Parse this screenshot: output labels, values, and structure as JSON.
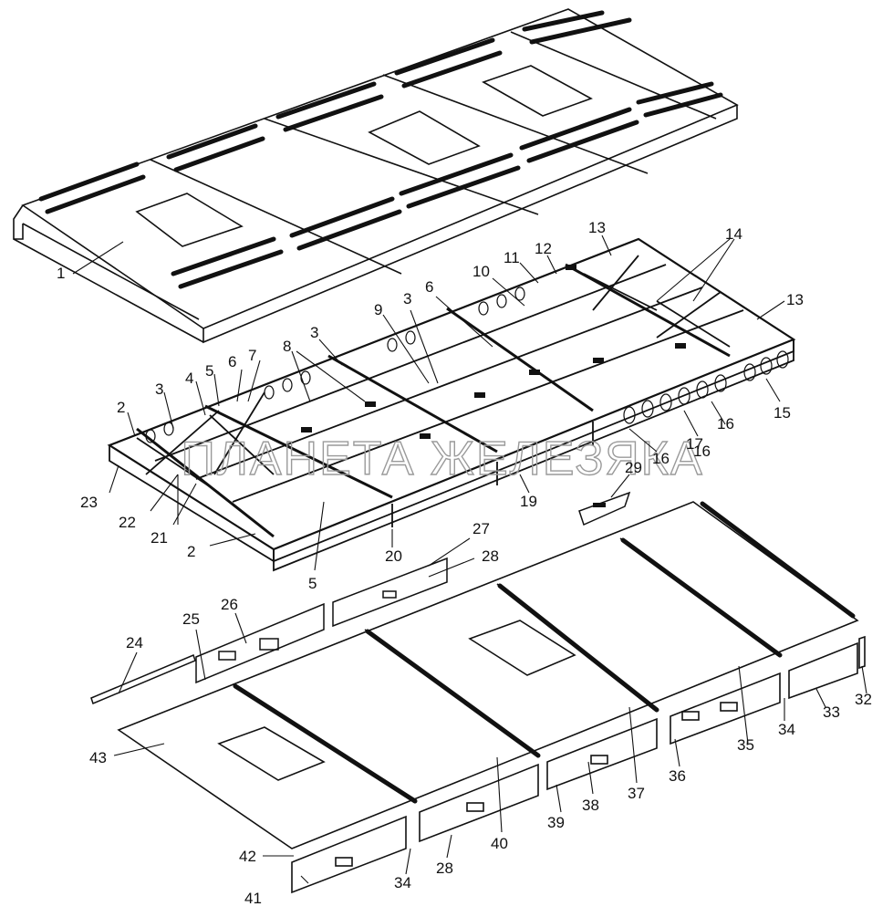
{
  "watermark": "ПЛАНЕТА ЖЕЛЕЗЯКА",
  "callouts": [
    "1",
    "2",
    "3",
    "4",
    "5",
    "6",
    "7",
    "8",
    "3",
    "9",
    "3",
    "6",
    "10",
    "11",
    "12",
    "13",
    "14",
    "13",
    "15",
    "16",
    "16",
    "17",
    "16",
    "19",
    "2",
    "5",
    "20",
    "21",
    "22",
    "23",
    "27",
    "28",
    "29",
    "24",
    "25",
    "26",
    "32",
    "33",
    "34",
    "35",
    "36",
    "37",
    "38",
    "39",
    "40",
    "28",
    "34",
    "41",
    "42",
    "43"
  ]
}
